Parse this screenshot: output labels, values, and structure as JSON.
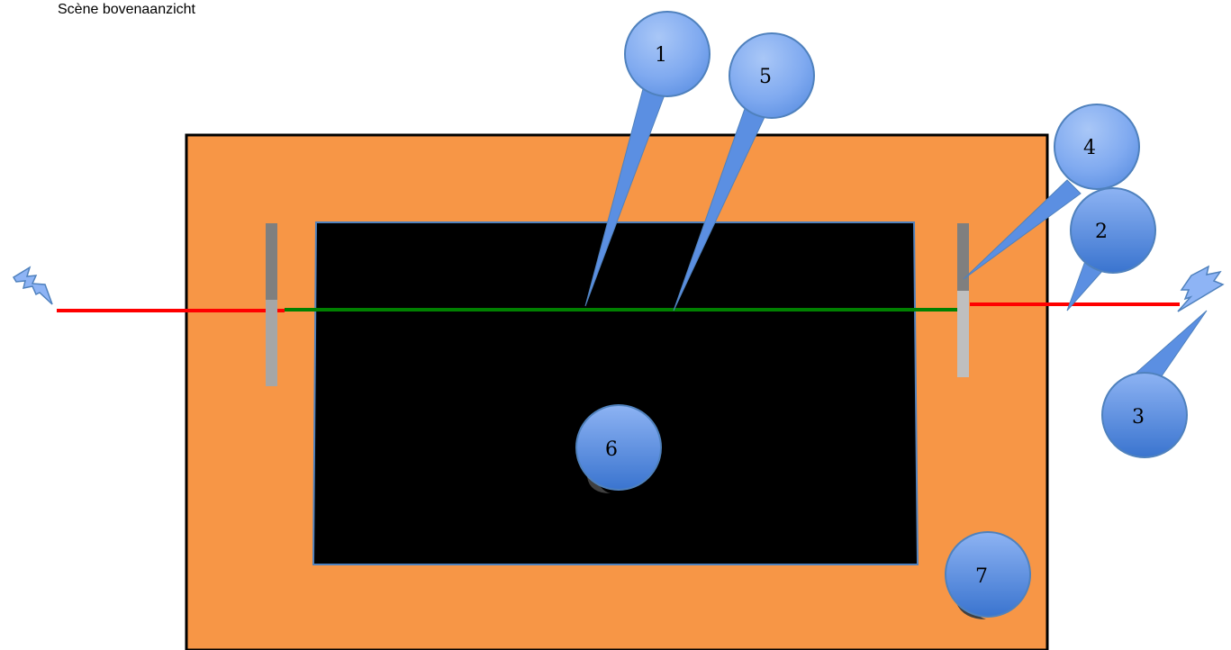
{
  "caption": "Scène bovenaanzicht",
  "colors": {
    "board": "#f79646",
    "screen": "#000000",
    "laser_outside": "#ff0000",
    "laser_inside": "#008000",
    "callout_light": "#8eb4f5",
    "callout_dark": "#3d79d3"
  },
  "callouts": [
    {
      "label": "1",
      "name": "callout-1"
    },
    {
      "label": "5",
      "name": "callout-5"
    },
    {
      "label": "4",
      "name": "callout-4"
    },
    {
      "label": "2",
      "name": "callout-2"
    },
    {
      "label": "3",
      "name": "callout-3"
    },
    {
      "label": "6",
      "name": "callout-6"
    },
    {
      "label": "7",
      "name": "callout-7"
    }
  ]
}
